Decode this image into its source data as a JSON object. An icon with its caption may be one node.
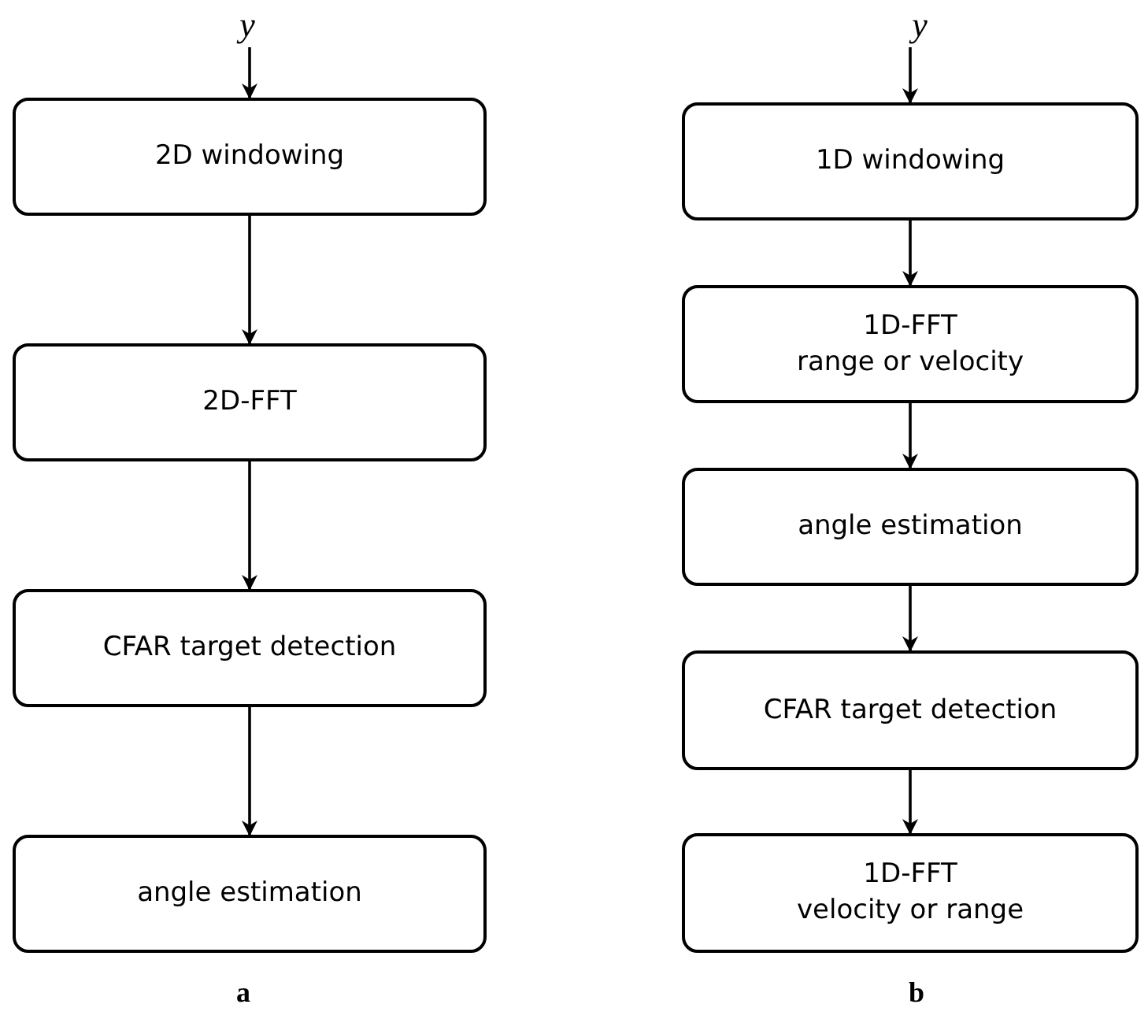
{
  "diagram": {
    "nodes": [
      {
        "text": [
          "y"
        ]
      },
      {
        "text": [
          "2D windowing"
        ]
      },
      {
        "text": [
          "2D-FFT"
        ]
      },
      {
        "text": [
          "CFAR target detection"
        ]
      },
      {
        "text": [
          "angle estimation"
        ]
      },
      {
        "text": [
          "y"
        ]
      },
      {
        "text": [
          "1D windowing"
        ]
      },
      {
        "text": [
          "1D-FFT",
          "range or velocity"
        ]
      },
      {
        "text": [
          "angle estimation"
        ]
      },
      {
        "text": [
          "CFAR target detection"
        ]
      },
      {
        "text": [
          "1D-FFT",
          "velocity or range"
        ]
      }
    ],
    "edges": [
      {
        "from": 0,
        "to": 1,
        "arrow": "to"
      },
      {
        "from": 1,
        "to": 2,
        "arrow": "to"
      },
      {
        "from": 2,
        "to": 3,
        "arrow": "to"
      },
      {
        "from": 3,
        "to": 4,
        "arrow": "to"
      },
      {
        "from": 5,
        "to": 6,
        "arrow": "to"
      },
      {
        "from": 6,
        "to": 7,
        "arrow": "to"
      },
      {
        "from": 7,
        "to": 8,
        "arrow": "to"
      },
      {
        "from": 8,
        "to": 9,
        "arrow": "to"
      },
      {
        "from": 9,
        "to": 10,
        "arrow": "to"
      }
    ],
    "labels": [
      "a",
      "b"
    ]
  }
}
